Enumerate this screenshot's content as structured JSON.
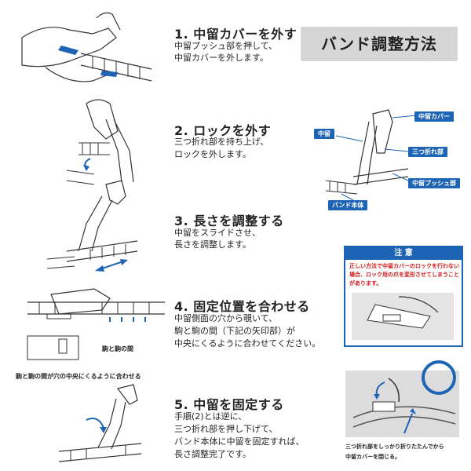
{
  "banner": "バンド調整方法",
  "steps": [
    {
      "title": "1. 中留カバーを外す",
      "lines": [
        "中留プッシュ部を押して、",
        "中留カバーを外します。"
      ]
    },
    {
      "title": "2. ロックを外す",
      "lines": [
        "三つ折れ部を持ち上げ、",
        "ロックを外します。"
      ]
    },
    {
      "title": "3. 長さを調整する",
      "lines": [
        "中留をスライドさせ、",
        "長さを調整します。"
      ]
    },
    {
      "title": "4. 固定位置を合わせる",
      "lines": [
        "中留側面の穴から覗いて、",
        "駒と駒の間（下記の矢印部）が",
        "中央にくるように合わせてください。"
      ]
    },
    {
      "title": "5. 中留を固定する",
      "lines": [
        "手順(2)とは逆に、",
        "三つ折れ部を押し下げて、",
        "バンド本体に中留を固定すれば、",
        "長さ調整完了です。"
      ]
    }
  ],
  "diagram_labels": {
    "cover": "中留カバー",
    "clasp": "中留",
    "fold": "三つ折れ部",
    "push": "中留プッシュ部",
    "band": "バンド本体"
  },
  "caution": {
    "heading": "注 意",
    "lines": [
      "正しい方法で中留カバーのロックを行わない",
      "場合、ロック用の爪を変形させてしまうこと",
      "があります。"
    ]
  },
  "step4_captions": {
    "gap": "駒と駒の間",
    "center": "駒と駒の間が穴の中央にくるように合わせる"
  },
  "step5_photo_caption": [
    "三つ折れ部をしっかり折りたたんでから",
    "中留カバーを閉じる。"
  ],
  "colors": {
    "accent": "#1e64b4",
    "warning": "#d01818",
    "banner_bg": "#d6d6d6"
  }
}
